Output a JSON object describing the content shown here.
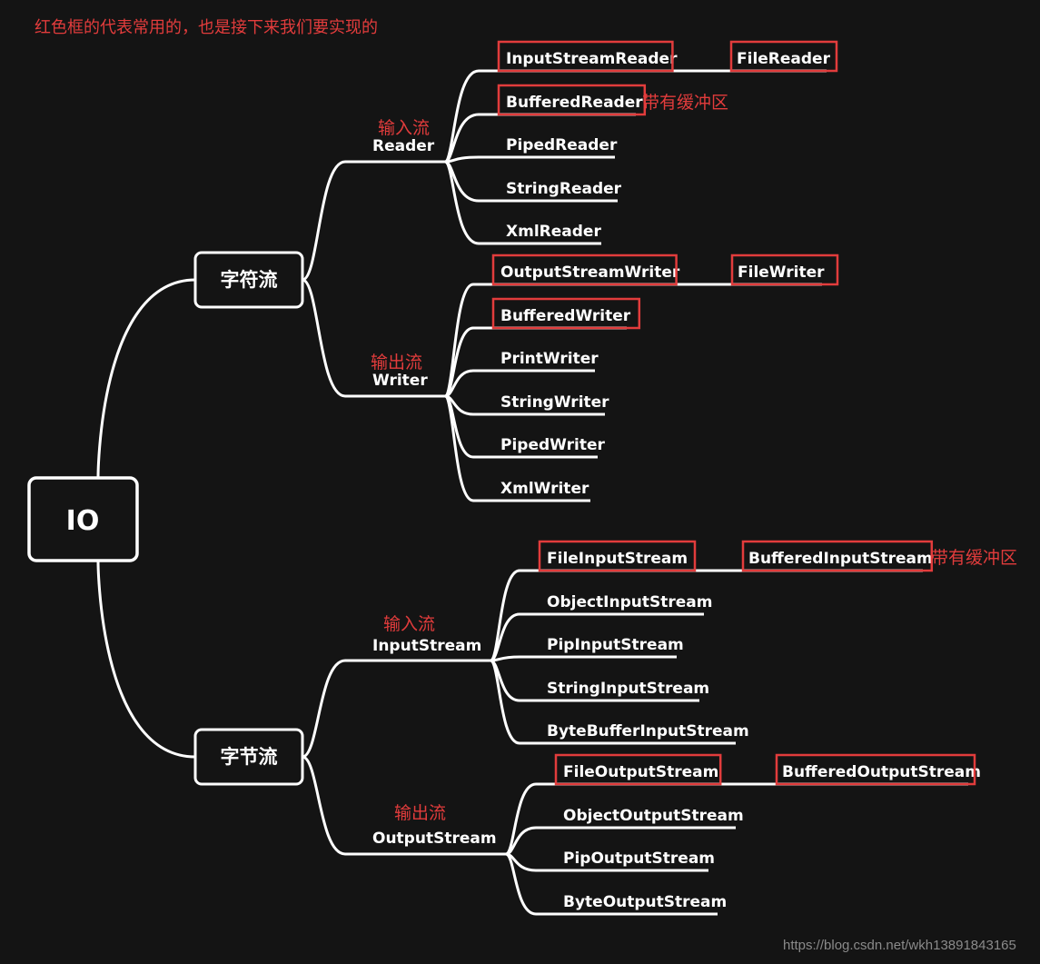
{
  "caption": "红色框的代表常用的，也是接下来我们要实现的",
  "root": "IO",
  "colors": {
    "background": "#141414",
    "line": "#ffffff",
    "text": "#ffffff",
    "highlight": "#e23c3c",
    "annotation": "#e23c3c",
    "watermark": "#8a8a8a"
  },
  "branches": [
    {
      "label": "字符流",
      "groups": [
        {
          "cn": "输入流",
          "en": "Reader",
          "items": [
            {
              "label": "InputStreamReader",
              "highlight": true,
              "child": {
                "label": "FileReader",
                "highlight": true
              }
            },
            {
              "label": "BufferedReader",
              "highlight": true,
              "note": "带有缓冲区"
            },
            {
              "label": "PipedReader"
            },
            {
              "label": "StringReader"
            },
            {
              "label": "XmlReader"
            }
          ]
        },
        {
          "cn": "输出流",
          "en": "Writer",
          "items": [
            {
              "label": "OutputStreamWriter",
              "highlight": true,
              "child": {
                "label": "FileWriter",
                "highlight": true
              }
            },
            {
              "label": "BufferedWriter",
              "highlight": true
            },
            {
              "label": "PrintWriter"
            },
            {
              "label": "StringWriter"
            },
            {
              "label": "PipedWriter"
            },
            {
              "label": "XmlWriter"
            }
          ]
        }
      ]
    },
    {
      "label": "字节流",
      "groups": [
        {
          "cn": "输入流",
          "en": "InputStream",
          "items": [
            {
              "label": "FileInputStream",
              "highlight": true,
              "child": {
                "label": "BufferedInputStream",
                "highlight": true,
                "note": "带有缓冲区"
              }
            },
            {
              "label": "ObjectInputStream"
            },
            {
              "label": "PipInputStream"
            },
            {
              "label": "StringInputStream"
            },
            {
              "label": "ByteBufferInputStream"
            }
          ]
        },
        {
          "cn": "输出流",
          "en": "OutputStream",
          "items": [
            {
              "label": "FileOutputStream",
              "highlight": true,
              "child": {
                "label": "BufferedOutputStream",
                "highlight": true
              }
            },
            {
              "label": "ObjectOutputStream"
            },
            {
              "label": "PipOutputStream"
            },
            {
              "label": "ByteOutputStream"
            }
          ]
        }
      ]
    }
  ],
  "watermark": "https://blog.csdn.net/wkh13891843165"
}
